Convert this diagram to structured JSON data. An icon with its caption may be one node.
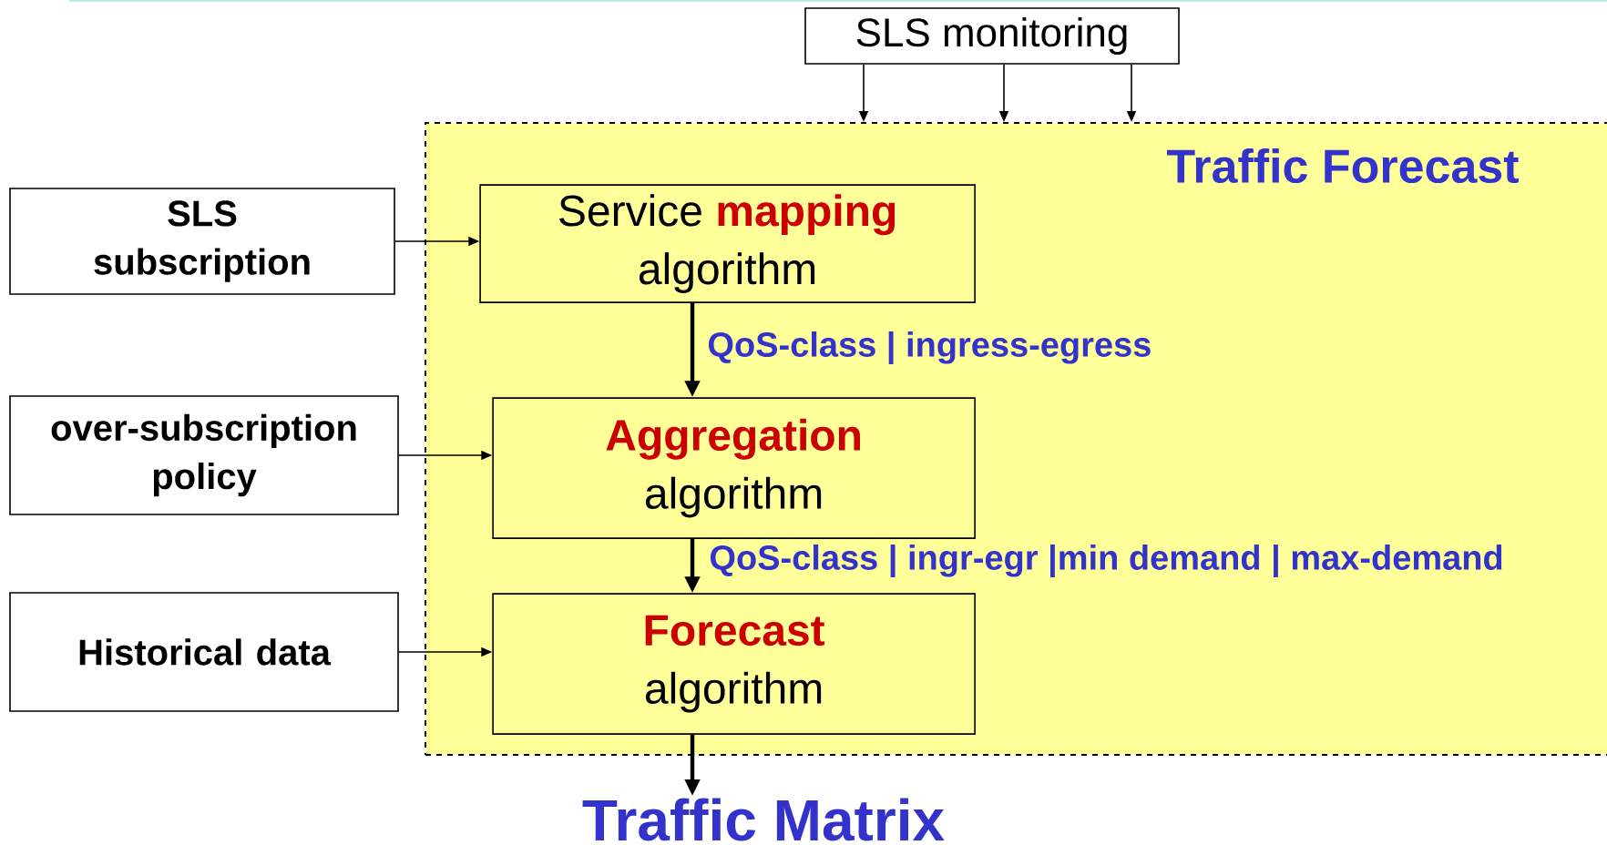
{
  "diagram": {
    "nodes": [
      {
        "text": [
          "SLS monitoring"
        ]
      },
      {
        "text": [
          "Traffic Forecast"
        ]
      },
      {
        "text": [
          "Service **mapping**",
          "algorithm"
        ],
        "in": 1
      },
      {
        "text": [
          "Aggregation",
          "algorithm"
        ],
        "in": 1
      },
      {
        "text": [
          "Forecast",
          "algorithm"
        ],
        "in": 1
      },
      {
        "text": [
          "SLS subscription"
        ]
      },
      {
        "text": [
          "over-subscription policy"
        ]
      },
      {
        "text": [
          "Historical data"
        ]
      },
      {
        "text": [
          "Traffic Matrix"
        ]
      }
    ],
    "edges": [
      {
        "from": 0,
        "to": 1,
        "arrow": "to"
      },
      {
        "from": 0,
        "to": 1,
        "arrow": "to"
      },
      {
        "from": 0,
        "to": 1,
        "arrow": "to"
      },
      {
        "from": 5,
        "to": 2,
        "arrow": "to"
      },
      {
        "from": 6,
        "to": 3,
        "arrow": "to"
      },
      {
        "from": 7,
        "to": 4,
        "arrow": "to"
      },
      {
        "from": 2,
        "to": 3,
        "arrow": "to",
        "style": "thick",
        "label": "QoS-class | ingress-egress"
      },
      {
        "from": 3,
        "to": 4,
        "arrow": "to",
        "style": "thick",
        "label": "QoS-class | ingr-egr |min demand | max-demand"
      },
      {
        "from": 4,
        "to": 8,
        "arrow": "to",
        "style": "thick"
      }
    ]
  }
}
